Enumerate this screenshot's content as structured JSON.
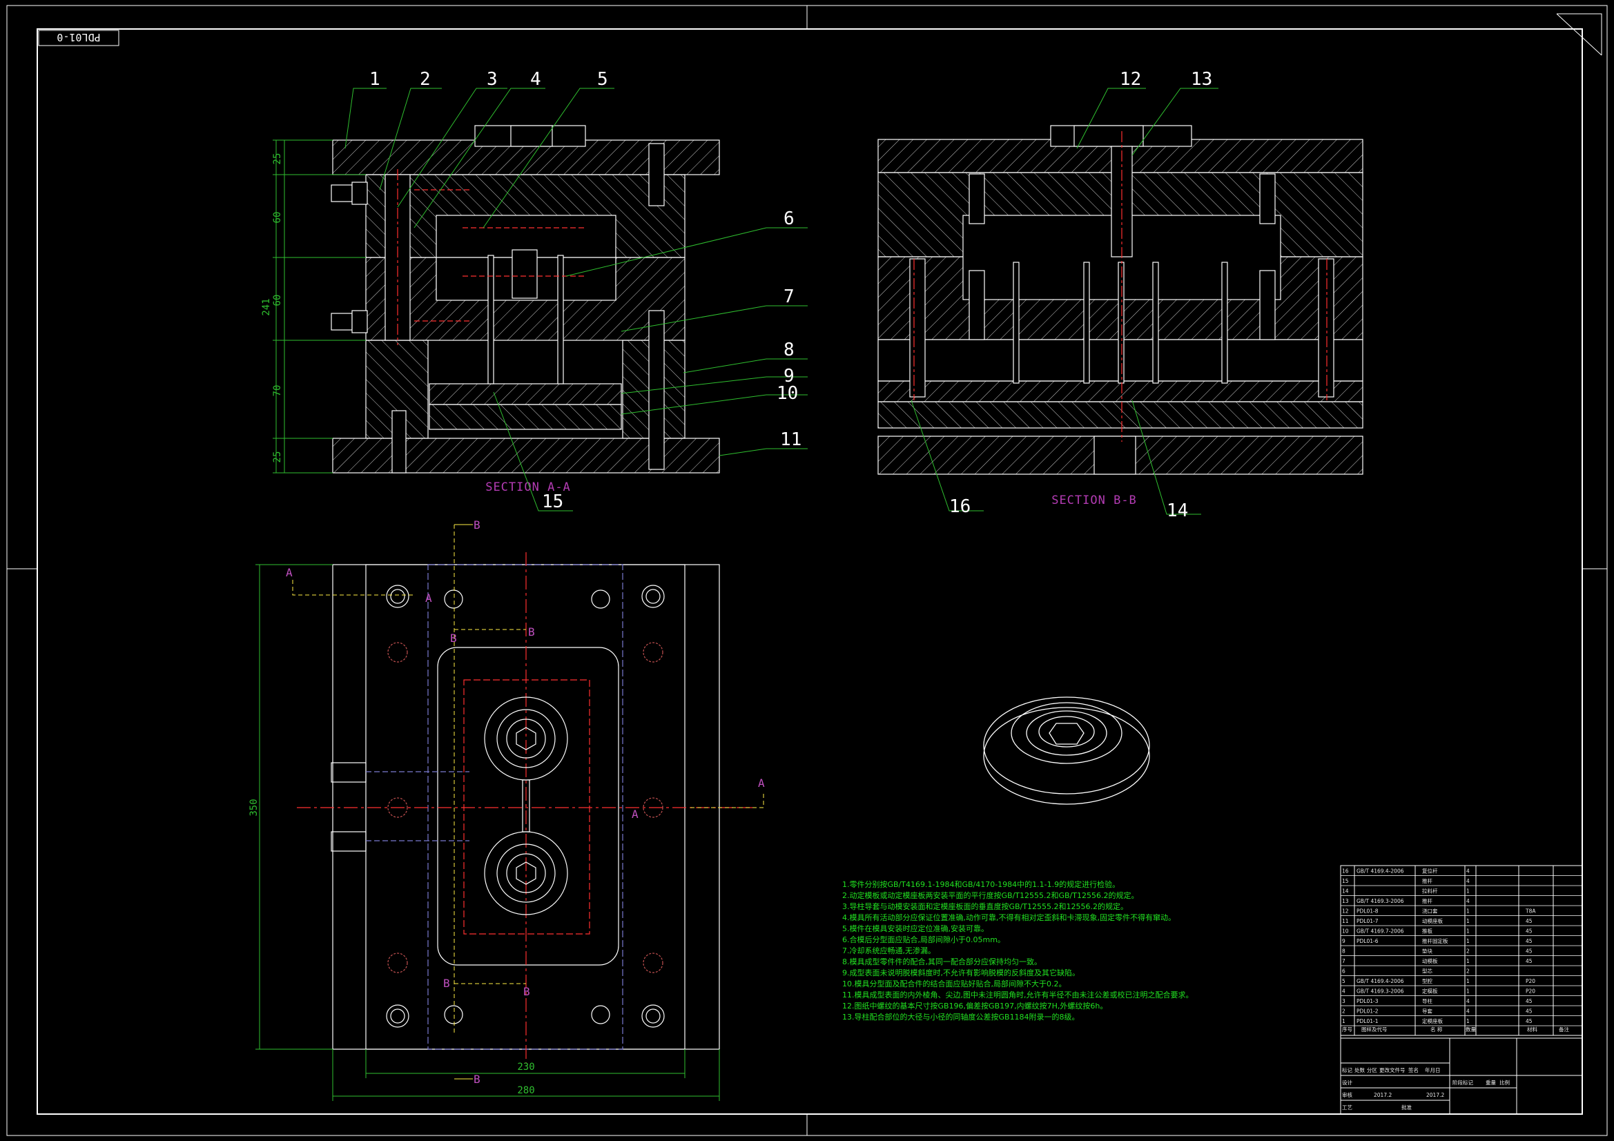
{
  "drawing": {
    "code": "PDL01-0",
    "title_block": {
      "rows": [
        {
          "no": "16",
          "code": "GB/T 4169.4-2006",
          "name": "复位杆",
          "qty": "4",
          "mat": "",
          "note": ""
        },
        {
          "no": "15",
          "code": "",
          "name": "推杆",
          "qty": "4",
          "mat": "",
          "note": ""
        },
        {
          "no": "14",
          "code": "",
          "name": "拉料杆",
          "qty": "1",
          "mat": "",
          "note": ""
        },
        {
          "no": "13",
          "code": "GB/T 4169.3-2006",
          "name": "推杆",
          "qty": "4",
          "mat": "",
          "note": ""
        },
        {
          "no": "12",
          "code": "PDL01-8",
          "name": "浇口套",
          "qty": "1",
          "mat": "T8A",
          "note": ""
        },
        {
          "no": "11",
          "code": "PDL01-7",
          "name": "动模座板",
          "qty": "1",
          "mat": "45",
          "note": ""
        },
        {
          "no": "10",
          "code": "GB/T 4169.7-2006",
          "name": "推板",
          "qty": "1",
          "mat": "45",
          "note": ""
        },
        {
          "no": "9",
          "code": "PDL01-6",
          "name": "推杆固定板",
          "qty": "1",
          "mat": "45",
          "note": ""
        },
        {
          "no": "8",
          "code": "",
          "name": "垫块",
          "qty": "2",
          "mat": "45",
          "note": ""
        },
        {
          "no": "7",
          "code": "",
          "name": "动模板",
          "qty": "1",
          "mat": "45",
          "note": ""
        },
        {
          "no": "6",
          "code": "",
          "name": "型芯",
          "qty": "2",
          "mat": "",
          "note": ""
        },
        {
          "no": "5",
          "code": "GB/T 4169.4-2006",
          "name": "型腔",
          "qty": "1",
          "mat": "P20",
          "note": ""
        },
        {
          "no": "4",
          "code": "GB/T 4169.3-2006",
          "name": "定模板",
          "qty": "1",
          "mat": "P20",
          "note": ""
        },
        {
          "no": "3",
          "code": "PDL01-3",
          "name": "导柱",
          "qty": "4",
          "mat": "45",
          "note": ""
        },
        {
          "no": "2",
          "code": "PDL01-2",
          "name": "导套",
          "qty": "4",
          "mat": "45",
          "note": ""
        },
        {
          "no": "1",
          "code": "PDL01-1",
          "name": "定模座板",
          "qty": "1",
          "mat": "45",
          "note": ""
        }
      ],
      "header": {
        "no": "序号",
        "code": "图样及代号",
        "name": "名 称",
        "qty": "数量",
        "mat": "材料",
        "note": "备注"
      },
      "sign": {
        "design": "设计",
        "date1": "2017.2",
        "check": "审核",
        "date2": "2017.2",
        "process": "工艺",
        "approve": "批准",
        "mark": "标记",
        "count": "处数",
        "zone": "分区",
        "doc": "更改文件号",
        "sig": "签名",
        "ymd": "年月日",
        "stage": "阶段标记",
        "weight": "重量",
        "scale": "比例"
      }
    },
    "notes": [
      "1.零件分别按GB/T4169.1-1984和GB/4170-1984中的1.1-1.9的规定进行检验。",
      "2.动定模板或动定模座板两安装平面的平行度按GB/T12555.2和GB/T12556.2的规定。",
      "3.导柱导套与动模安装面和定模座板面的垂直度按GB/T12555.2和12556.2的规定。",
      "4.模具所有活动部分应保证位置准确,动作可靠,不得有相对定歪斜和卡滞现象,固定零件不得有窜动。",
      "5.模件在模具安装时应定位准确,安装可靠。",
      "6.合模后分型面应贴合,局部间隙小于0.05mm。",
      "7.冷却系统应畅通,无渗漏。",
      "8.模具成型零件件的配合,其同一配合部分应保持均匀一致。",
      "9.成型表面未说明脱模斜度时,不允许有影响脱模的反斜度及其它缺陷。",
      "10.模具分型面及配合件的结合面应贴好贴合,局部间隙不大于0.2。",
      "11.模具成型表面的内外棱角、尖边,图中未注明圆角时,允许有半径不由未注公差或校已注明之配合要求。",
      "12.图纸中螺纹的基本尺寸按GB196,偏差按GB197,内螺纹按7H,外螺纹按6h。",
      "13.导柱配合部位的大径与小径的同轴度公差按GB1184附录一的8级。"
    ],
    "section_a": {
      "label": "SECTION A-A",
      "dims": [
        "25",
        "60",
        "60",
        "70",
        "25",
        "241"
      ],
      "callouts": [
        "1",
        "2",
        "3",
        "4",
        "5",
        "6",
        "7",
        "8",
        "9",
        "10",
        "11",
        "15"
      ]
    },
    "section_b": {
      "label": "SECTION B-B",
      "callouts": [
        "12",
        "13",
        "14",
        "16"
      ]
    },
    "plan": {
      "dim_width_inner": "230",
      "dim_width_outer": "280",
      "dim_height": "350",
      "cut_labels": [
        "A",
        "A",
        "B",
        "B",
        "B",
        "B",
        "B",
        "B",
        "A",
        "A"
      ]
    },
    "colors": {
      "background": "#000000",
      "frame": "#ffffff",
      "dimension": "#2fbf2f",
      "notes": "#21e021",
      "leader": "#2fbf2f",
      "section_label": "#b43cb4",
      "center_line": "#ff2020",
      "cooling": "#c04040"
    }
  }
}
